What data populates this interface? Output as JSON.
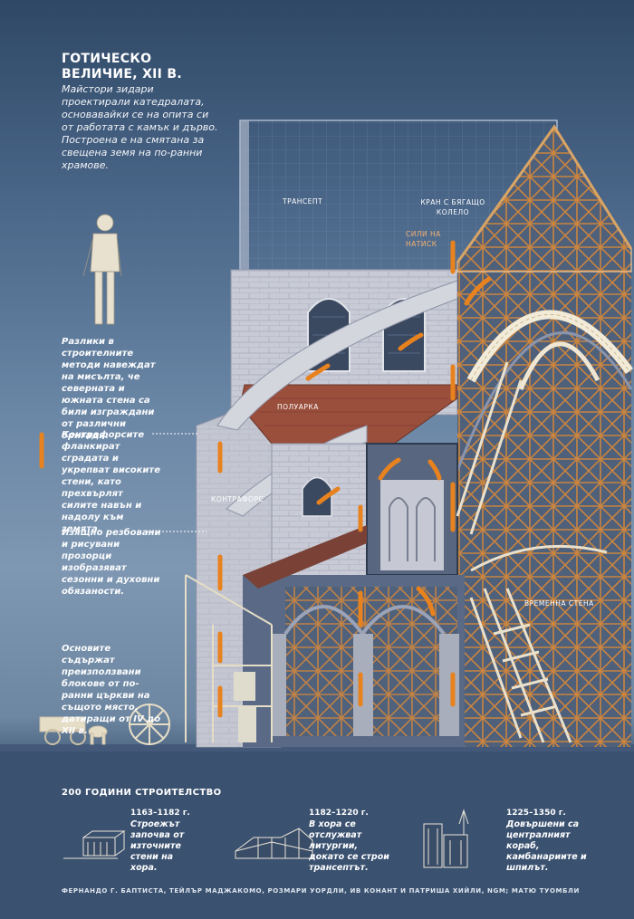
{
  "header": {
    "title_line1": "ГОТИЧЕСКО",
    "title_line2": "ВЕЛИЧИЕ, XII В.",
    "intro": "Майстори зидари проектирали катедралата, основавайки се на опита си от работата с камък и дърво. Построена е на смятана за свещена земя на по-ранни храмове."
  },
  "notes": [
    "Разлики в строителните методи навеждат на мисълта, че северната и южната стена са били изграждани от различни бригади.",
    "Контрафорсите фланкират сградата и укрепват високите стени, като прехвърлят силите навън и надолу към земята.",
    "Изящно резбовани и рисувани прозорци изобразяват сезонни и духовни обязаности.",
    "Основите съдържат преизползвани блокове от по-ранни църкви на същото място, датиращи от IV до XII в."
  ],
  "labels": {
    "transept": "ТРАНСЕПТ",
    "crane": "КРАН С БЯГАЩО КОЛЕЛО",
    "forces": "СИЛИ НА НАТИСК",
    "flying_buttress": "ПОЛУАРКА",
    "buttress": "КОНТРАФОРС",
    "temp_wall": "ВРЕМЕННА СТЕНА"
  },
  "timeline": {
    "title": "200 ГОДИНИ СТРОИТЕЛСТВО",
    "steps": [
      {
        "years": "1163–1182 г.",
        "text": "Строежът започва от източните стени на хора."
      },
      {
        "years": "1182–1220 г.",
        "text": "В хора се отслужват литургии, докато се строи трансептът."
      },
      {
        "years": "1225–1350 г.",
        "text": "Довършени са централният кораб, камбанариите и шпилът."
      }
    ]
  },
  "credit": "ФЕРНАНДО Г. БАПТИСТА, ТЕЙЛЪР МАДЖАКОМО, РОЗМАРИ УОРДЛИ, ИВ КОНАНТ И ПАТРИША ХИЙЛИ, NGM; МАТЮ ТУОМБЛИ",
  "colors": {
    "force_arrow": "#e8821e",
    "stone": "#c9ccd6",
    "timber": "#c6843e",
    "roof": "#9a4e3c"
  }
}
